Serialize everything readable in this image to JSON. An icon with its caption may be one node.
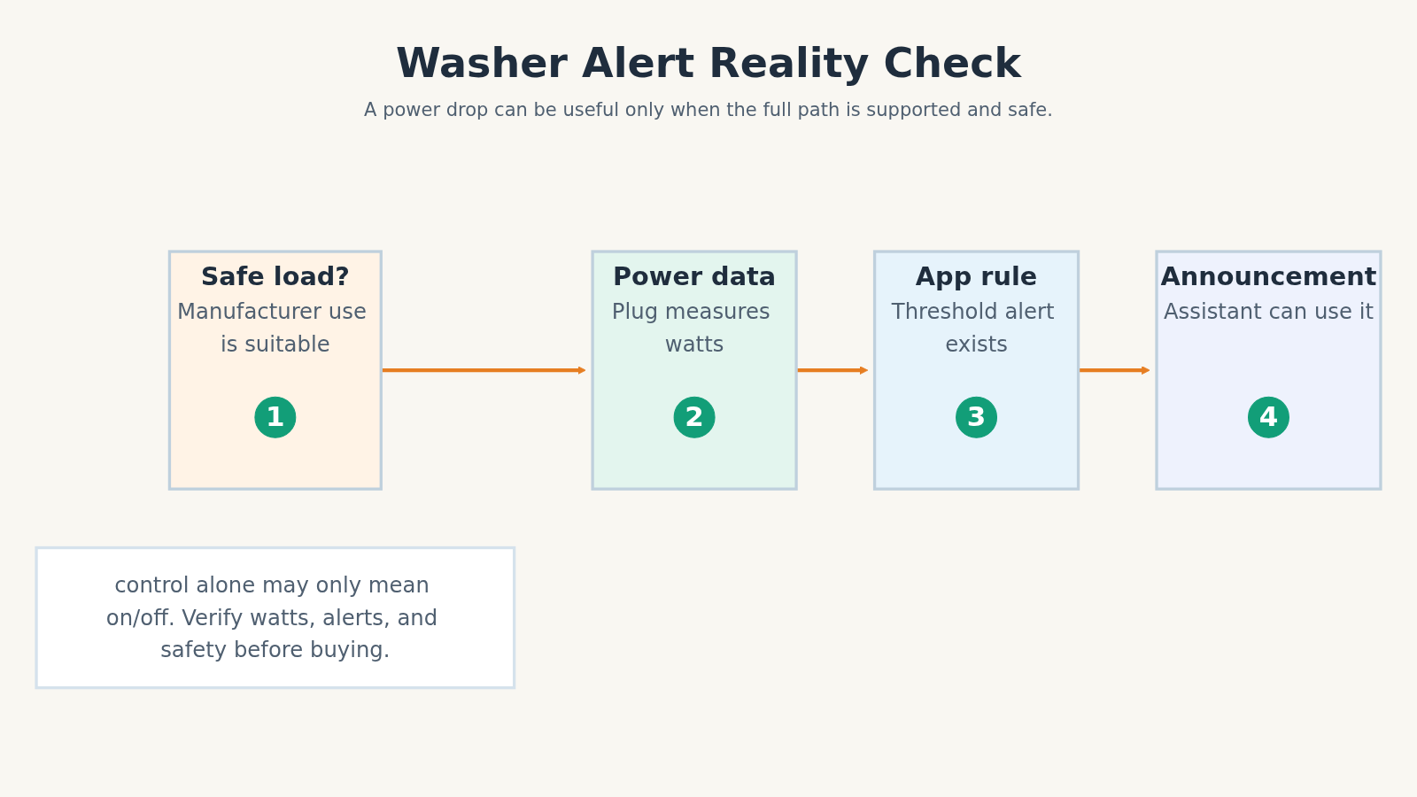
{
  "diagram": {
    "title": "Washer Alert Reality Check",
    "nodes": [
      {
        "text": [
          "Safe load?",
          "Manufacturer use is suitable"
        ]
      },
      {
        "text": [
          "1"
        ],
        "in": 0
      },
      {
        "text": [
          "Power data",
          "Plug measures watts"
        ]
      },
      {
        "text": [
          "2"
        ],
        "in": 2
      },
      {
        "text": [
          "App rule",
          "Threshold alert exists"
        ]
      },
      {
        "text": [
          "3"
        ],
        "in": 4
      },
      {
        "text": [
          "Announcement",
          "Assistant can use it"
        ]
      },
      {
        "text": [
          "4"
        ],
        "in": 6
      },
      {
        "text": [
          "control alone may only mean on/off. Verify watts, alerts, and safety before buying."
        ]
      }
    ],
    "edges": [
      {
        "from": 0,
        "to": 2,
        "arrow": "to"
      },
      {
        "from": 2,
        "to": 4,
        "arrow": "to"
      },
      {
        "from": 4,
        "to": 6,
        "arrow": "to"
      }
    ],
    "labels": [
      "A power drop can be useful only when the full path is supported and safe."
    ]
  }
}
